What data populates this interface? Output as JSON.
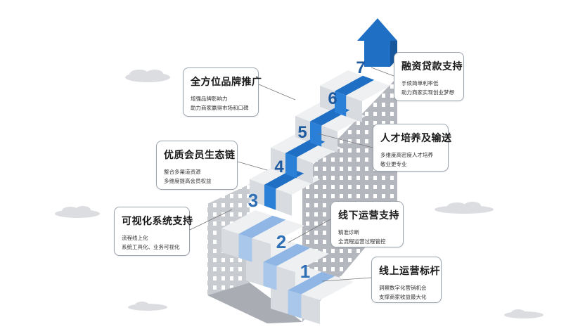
{
  "colors": {
    "accent_blue": "#1f6fc4",
    "light_blue": "#8fb6e4",
    "step_light": "#eef0f2",
    "step_mid": "#d8dbdf",
    "step_dark": "#b4b8be",
    "window": "#ffffff",
    "cloud": "#dcdde0"
  },
  "steps": [
    {
      "number": "1"
    },
    {
      "number": "2"
    },
    {
      "number": "3"
    },
    {
      "number": "4"
    },
    {
      "number": "5"
    },
    {
      "number": "6"
    },
    {
      "number": "7"
    }
  ],
  "cards": {
    "step1": {
      "title": "线上运营标杆",
      "lines": [
        "洞察数字化营销机会",
        "支撑商家收益最大化"
      ]
    },
    "step2": {
      "title": "线下运营支持",
      "lines": [
        "精准诊断",
        "全流程运营过程管控"
      ]
    },
    "step3": {
      "title": "可视化系统支持",
      "lines": [
        "流程线上化",
        "系统工具化、业务可视化"
      ]
    },
    "step4": {
      "title": "优质会员生态链",
      "lines": [
        "整合多渠道资源",
        "多维度提高会员权益"
      ]
    },
    "step5": {
      "title": "人才培养及输送",
      "lines": [
        "多维度高密度人才培养",
        "敬业更专业"
      ]
    },
    "step6": {
      "title": "全方位品牌推广",
      "lines": [
        "增强品牌影响力",
        "助力商家赢得市场和口碑"
      ]
    },
    "step7": {
      "title": "融资贷款支持",
      "lines": [
        "手续简单利率低",
        "助力商家实现创业梦想"
      ]
    }
  },
  "icons": [
    "arrow-up-icon",
    "cloud-icon"
  ]
}
